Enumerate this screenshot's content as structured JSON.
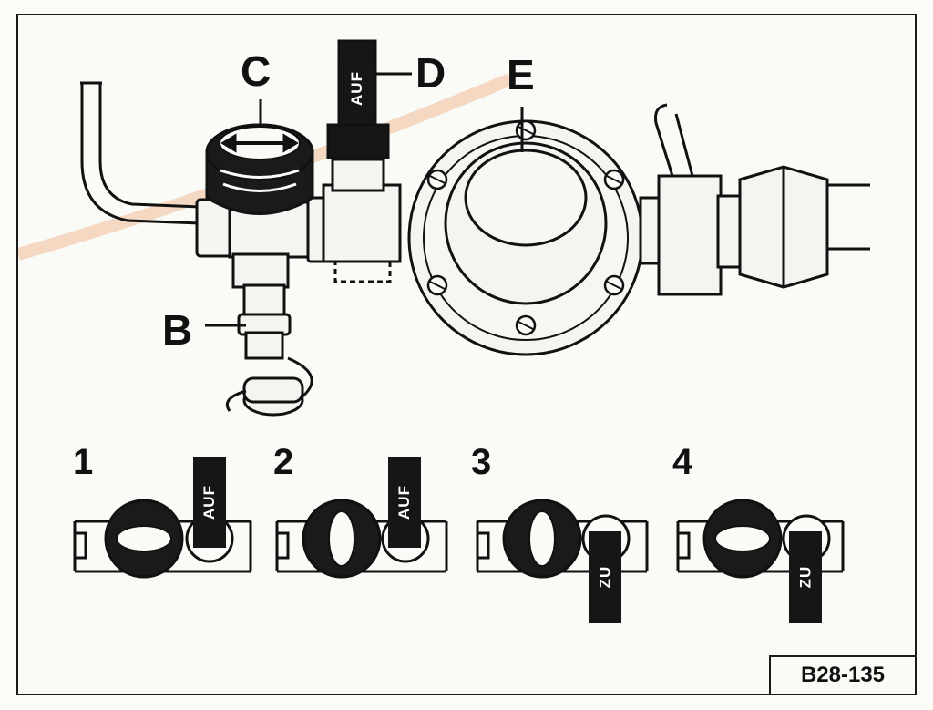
{
  "callouts": {
    "b": "B",
    "c": "C",
    "d": "D",
    "e": "E"
  },
  "valve_lever_label": "AUF",
  "positions": [
    {
      "number": "1",
      "lever": "AUF"
    },
    {
      "number": "2",
      "lever": "AUF"
    },
    {
      "number": "3",
      "lever": "ZU"
    },
    {
      "number": "4",
      "lever": "ZU"
    }
  ],
  "figure_ref": "B28-135",
  "colors": {
    "ink": "#111111",
    "paper": "#fafaf7",
    "stripe": "#f1c7a8"
  }
}
